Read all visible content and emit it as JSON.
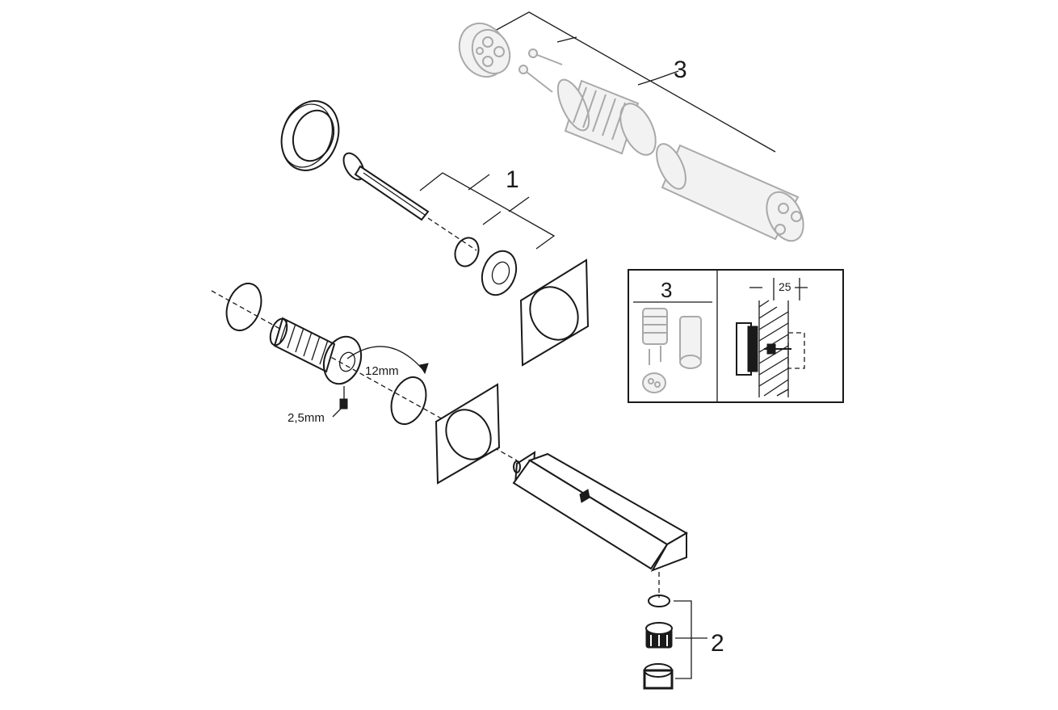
{
  "callouts": {
    "part_1": "1",
    "part_2": "2",
    "part_3": "3",
    "inset_part_3": "3"
  },
  "dimensions": {
    "wrench_size_large": "12mm",
    "wrench_size_small": "2,5mm",
    "wall_depth": "25"
  }
}
